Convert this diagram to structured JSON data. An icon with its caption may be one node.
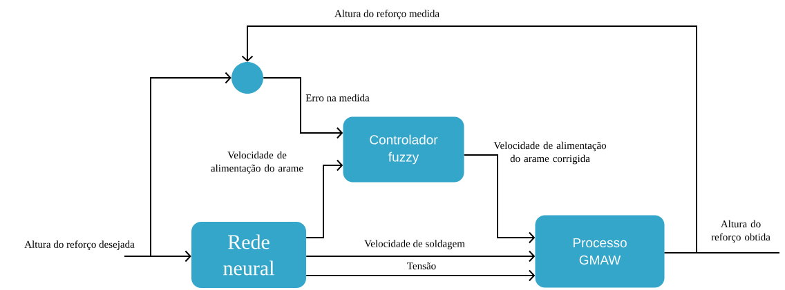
{
  "diagram": {
    "nodes": [
      {
        "text": [],
        "shape": "circle"
      },
      {
        "text": [
          "Controlador fuzzy"
        ]
      },
      {
        "text": [
          "Rede neural"
        ]
      },
      {
        "text": [
          "Processo GMAW"
        ]
      }
    ],
    "edges": [
      {
        "from": null,
        "to": 2,
        "arrow": "to",
        "label": "Altura do reforço desejada"
      },
      {
        "from": null,
        "to": 0,
        "arrow": "to"
      },
      {
        "from": 3,
        "to": 0,
        "arrow": "to",
        "label": "Altura do reforço medida"
      },
      {
        "from": 0,
        "to": 1,
        "arrow": "to",
        "label": "Erro na medida"
      },
      {
        "from": 2,
        "to": 1,
        "arrow": "to",
        "label": "Velocidade de alimentação do arame"
      },
      {
        "from": 1,
        "to": 3,
        "arrow": "to",
        "label": "Velocidade de alimentação do arame corrigida"
      },
      {
        "from": 2,
        "to": 3,
        "arrow": "to",
        "label": "Velocidade de soldagem"
      },
      {
        "from": 2,
        "to": 3,
        "arrow": "to",
        "label": "Tensão"
      },
      {
        "from": 3,
        "to": null,
        "arrow": "none",
        "label": "Altura do reforço obtida"
      }
    ]
  }
}
